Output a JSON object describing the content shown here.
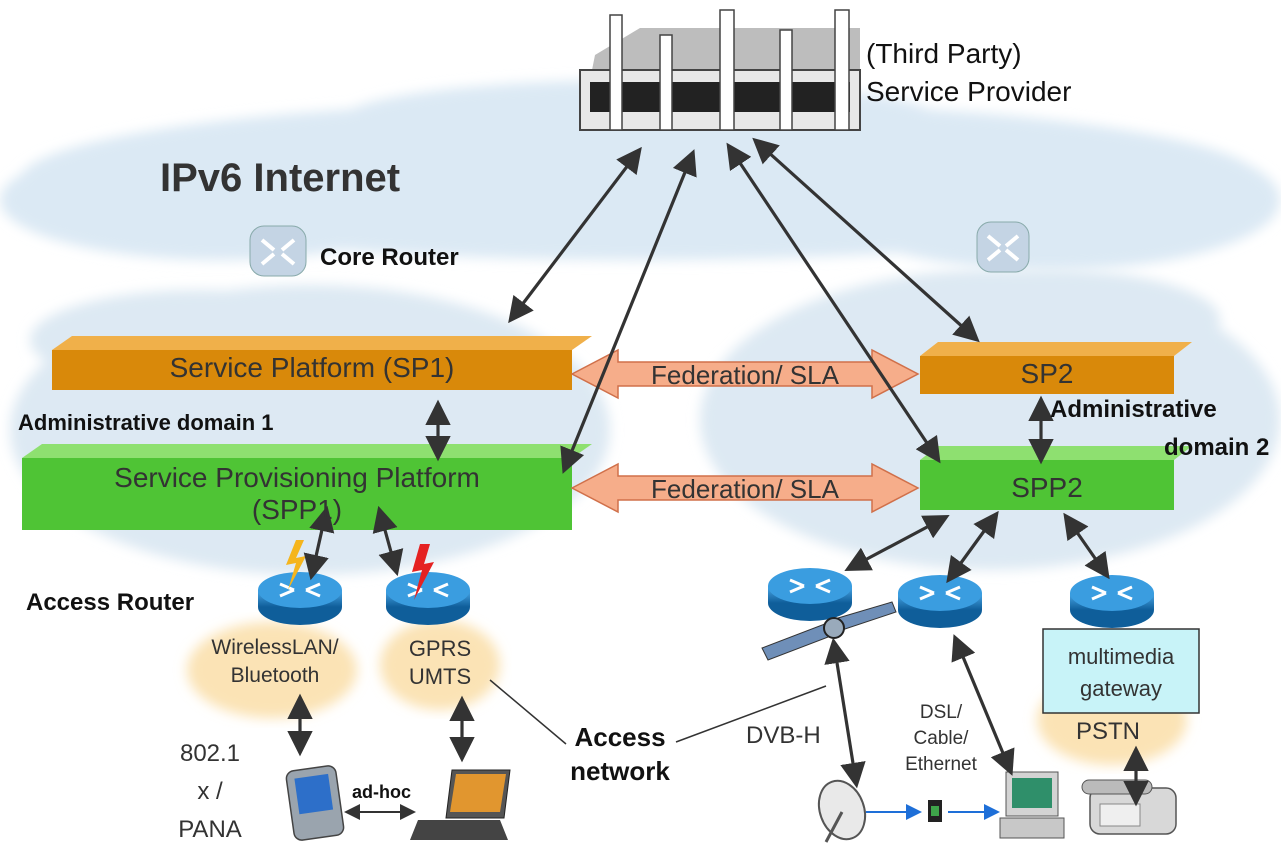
{
  "title": "IPv6 Internet",
  "provider": {
    "line1": "(Third Party)",
    "line2": "Service Provider"
  },
  "core_router": "Core Router",
  "access_router": "Access Router",
  "domain1": {
    "label": "Administrative domain 1",
    "sp": "Service Platform (SP1)",
    "spp_line1": "Service Provisioning Platform",
    "spp_line2": "(SPP1)"
  },
  "domain2": {
    "label_line1": "Administrative",
    "label_line2": "domain 2",
    "sp": "SP2",
    "spp": "SPP2"
  },
  "federation": [
    "Federation/ SLA",
    "Federation/ SLA"
  ],
  "access_networks": {
    "wlan_line1": "WirelessLAN/",
    "wlan_line2": "Bluetooth",
    "gprs_line1": "GPRS",
    "gprs_line2": "UMTS",
    "access_line1": "Access",
    "access_line2": "network",
    "dvbh": "DVB-H",
    "dsl_line1": "DSL/",
    "dsl_line2": "Cable/",
    "dsl_line3": "Ethernet",
    "mm_line1": "multimedia",
    "mm_line2": "gateway",
    "pstn": "PSTN"
  },
  "terminals": {
    "auth_line1": "802.1",
    "auth_line2": "x /",
    "auth_line3": "PANA",
    "adhoc": "ad-hoc"
  },
  "colors": {
    "sp_bar": "#d9890a",
    "spp_bar": "#4fc435",
    "federation_arrow": "#f6ad8a",
    "cloud_blue": "#dbe9f4",
    "cloud_orange": "#fbe3b5",
    "router": "#1b7fc4",
    "mm_gateway": "#c8f3f8"
  }
}
